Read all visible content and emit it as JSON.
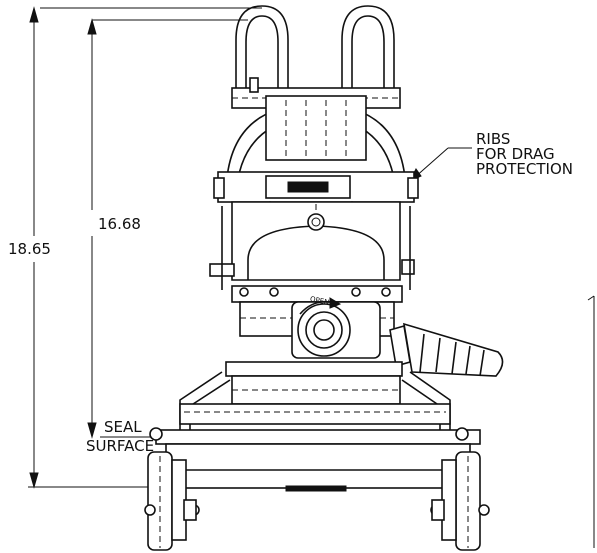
{
  "dimensions": {
    "overall_height": "18.65",
    "seal_height": "16.68"
  },
  "labels": {
    "seal_surface_line1": "SEAL",
    "seal_surface_line2": "SURFACE",
    "ribs_line1": "RIBS",
    "ribs_line2": "FOR DRAG",
    "ribs_line3": "PROTECTION",
    "valve_marking": "OPEN"
  },
  "icons": {
    "dimension_arrow": "arrow-head",
    "valve_handwheel": "handwheel-icon"
  }
}
